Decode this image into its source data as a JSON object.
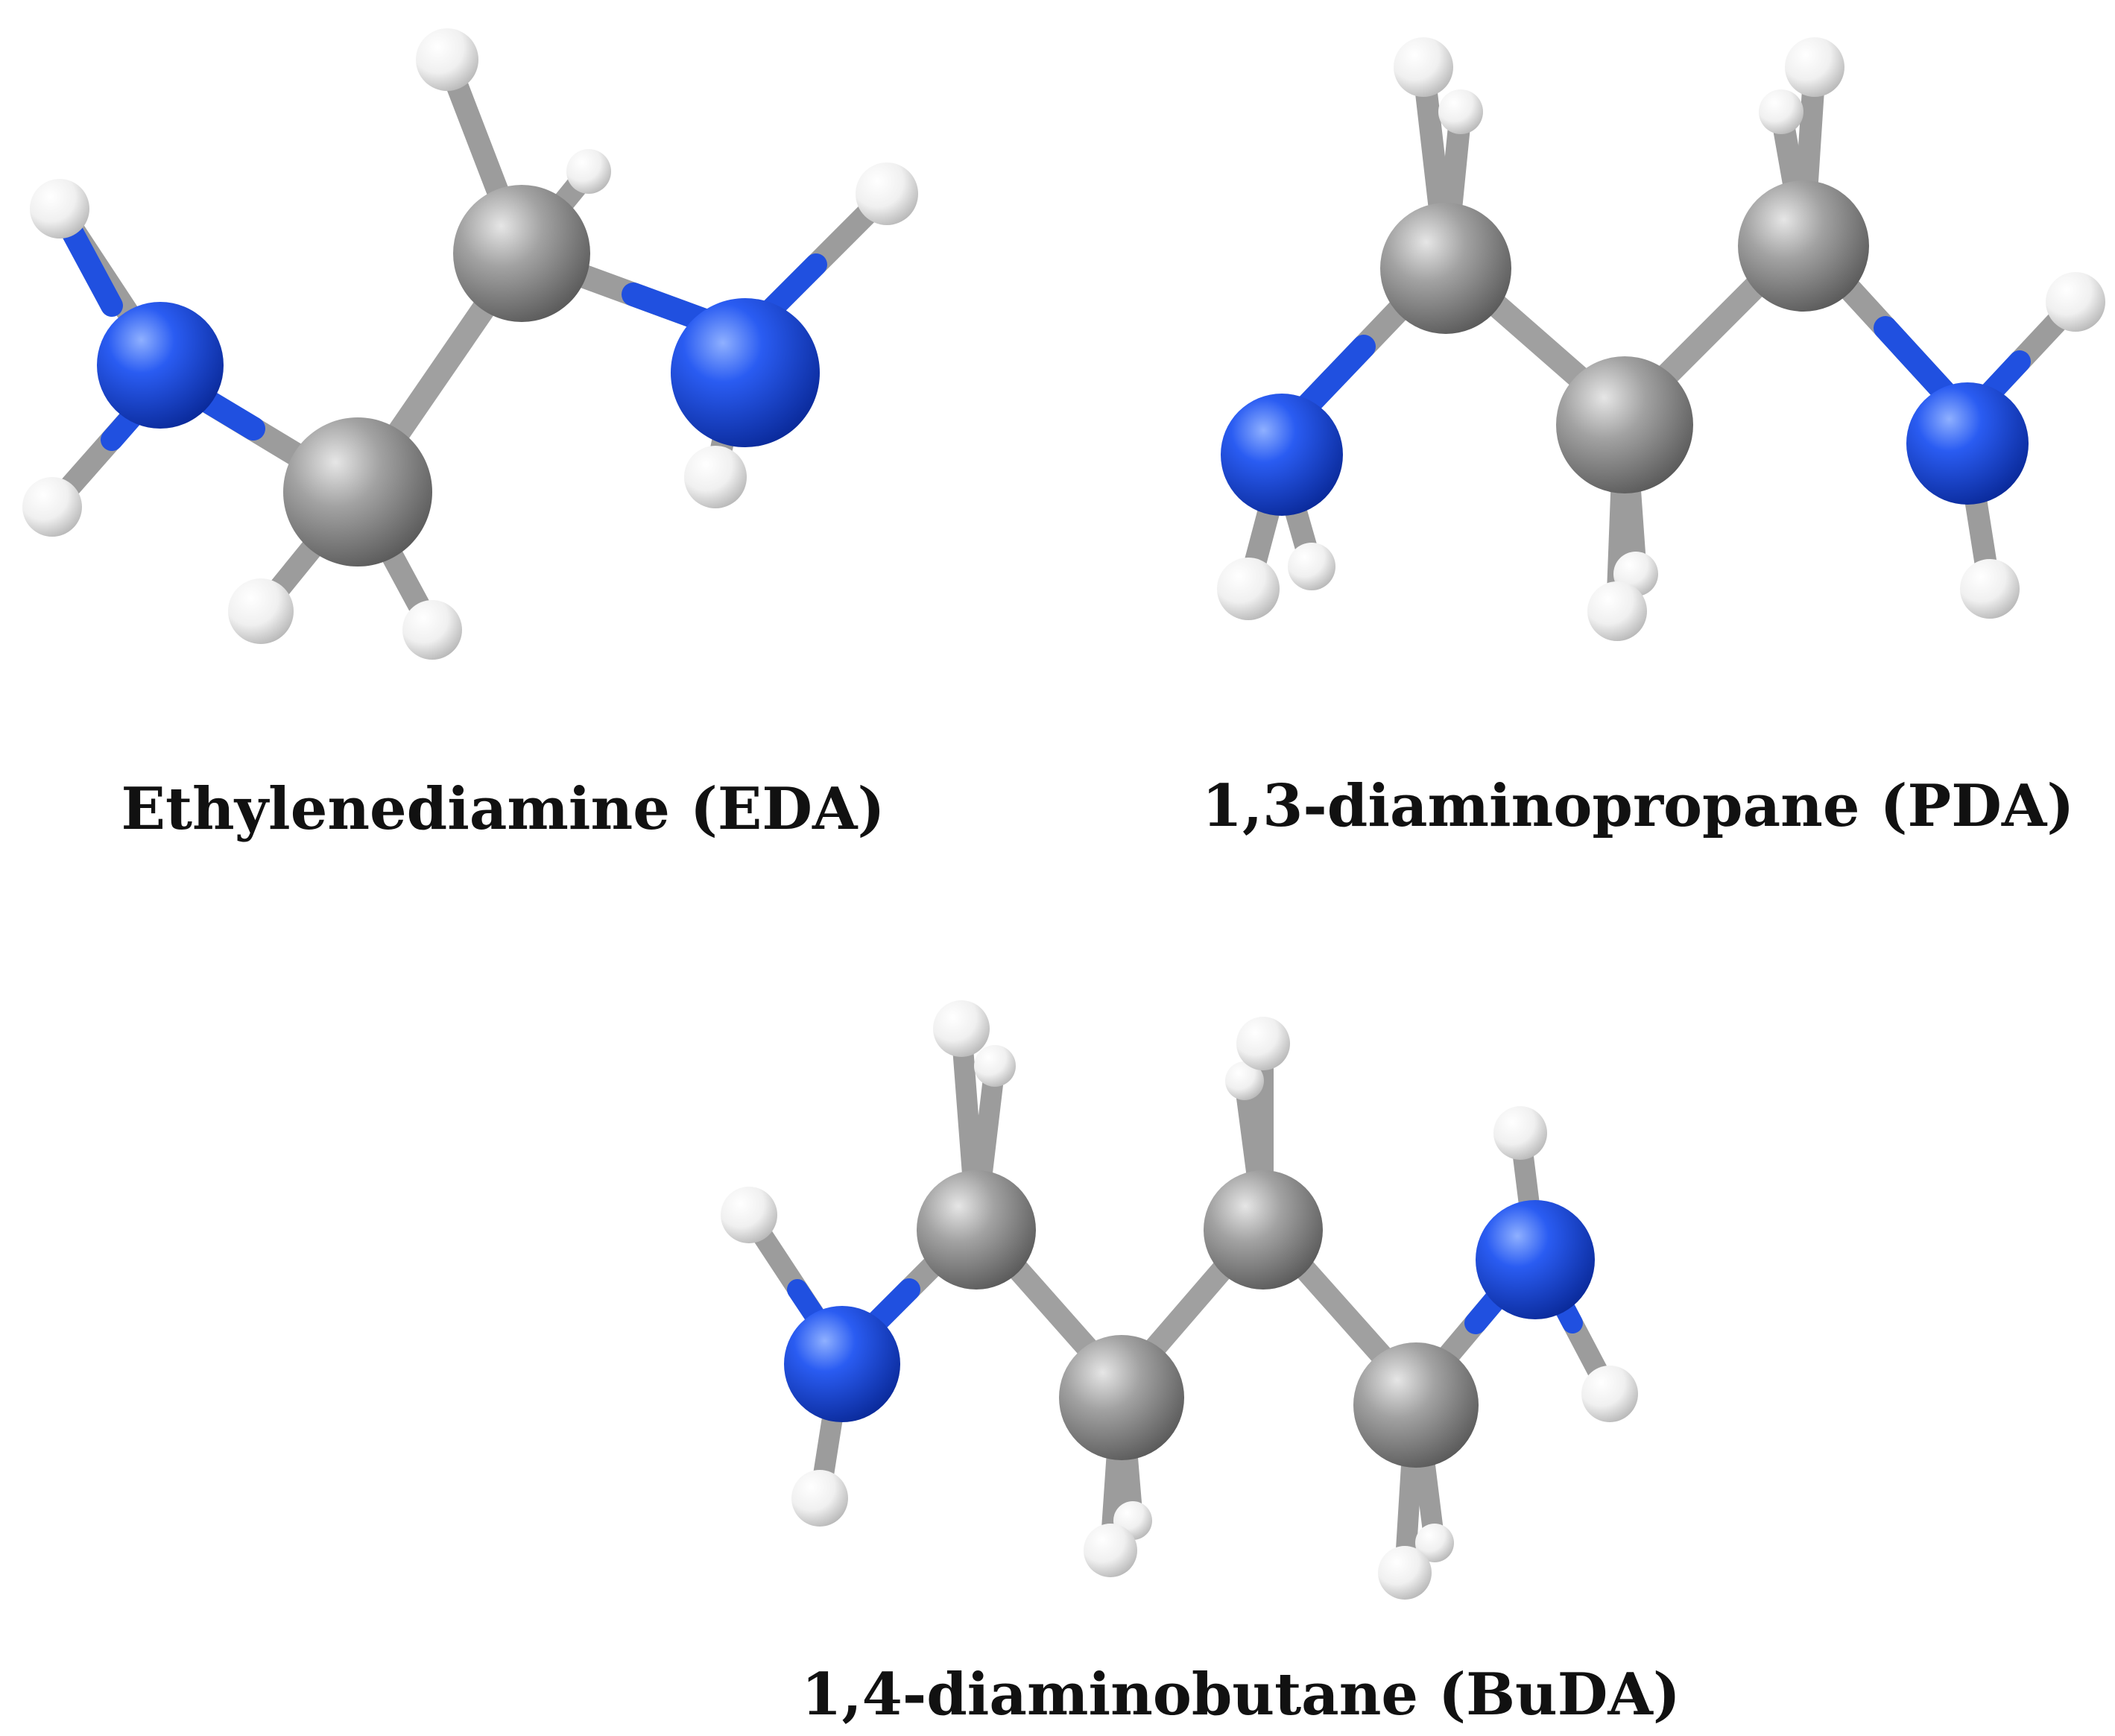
{
  "colors": {
    "nitrogen": "#1f4fe0",
    "carbon": "#9a9a9a",
    "hydrogen": "#f4f4f4",
    "caption": "#111111"
  },
  "molecules": [
    {
      "name": "Ethylenediamine (EDA)",
      "atoms": [
        "N",
        "C",
        "C",
        "N",
        "H",
        "H",
        "H",
        "H",
        "H",
        "H",
        "H",
        "H"
      ]
    },
    {
      "name": "1,3-diaminopropane (PDA)",
      "atoms": [
        "N",
        "C",
        "C",
        "C",
        "N",
        "H",
        "H",
        "H",
        "H",
        "H",
        "H",
        "H",
        "H",
        "H",
        "H"
      ]
    },
    {
      "name": "1,4-diaminobutane (BuDA)",
      "atoms": [
        "N",
        "C",
        "C",
        "C",
        "C",
        "N",
        "H",
        "H",
        "H",
        "H",
        "H",
        "H",
        "H",
        "H",
        "H",
        "H",
        "H",
        "H"
      ]
    }
  ]
}
